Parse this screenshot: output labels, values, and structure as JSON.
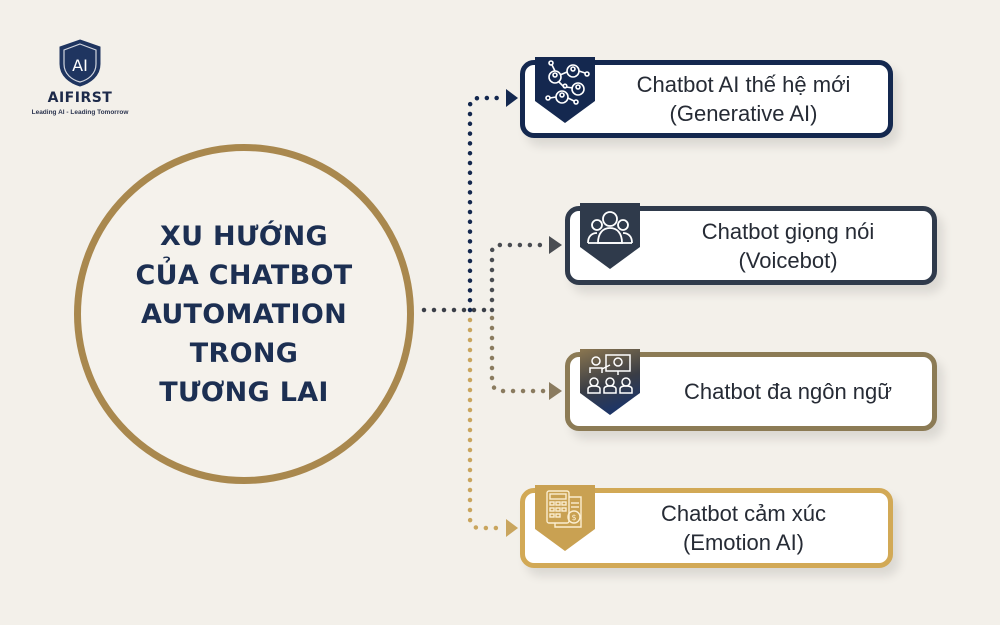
{
  "logo": {
    "mark": "AI",
    "name": "AIFIRST",
    "tagline": "Leading AI - Leading Tomorrow"
  },
  "hub": {
    "title_lines": [
      "XU HƯỚNG",
      "CỦA CHATBOT",
      "AUTOMATION",
      "TRONG",
      "TƯƠNG LAI"
    ]
  },
  "branches": [
    {
      "line1": "Chatbot AI thế hệ mới",
      "line2": "(Generative AI)",
      "icon": "network-people-icon",
      "color": "#14284f"
    },
    {
      "line1": "Chatbot giọng nói",
      "line2": "(Voicebot)",
      "icon": "people-group-icon",
      "color": "#2f3a4b"
    },
    {
      "line1": "Chatbot đa ngôn ngữ",
      "line2": "",
      "icon": "presentation-audience-icon",
      "color": "#8c7b55"
    },
    {
      "line1": "Chatbot cảm xúc",
      "line2": "(Emotion AI)",
      "icon": "calculator-document-icon",
      "color": "#d2a956"
    }
  ],
  "colors": {
    "background": "#f3f0ea",
    "navy": "#1c2f52",
    "gold": "#a9884e"
  }
}
